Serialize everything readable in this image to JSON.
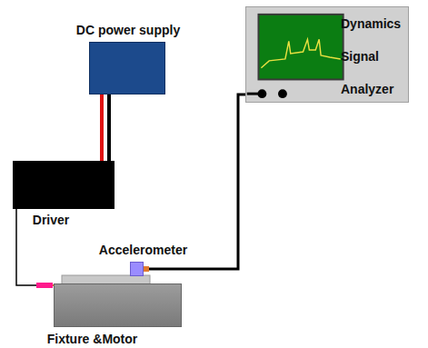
{
  "diagram": {
    "nodes": [
      {
        "text": [
          "DC power supply"
        ]
      },
      {
        "text": [
          "Driver"
        ]
      },
      {
        "text": [
          "Fixture &Motor"
        ]
      },
      {
        "text": [
          "Accelerometer"
        ]
      },
      {
        "text": [
          "Dynamics Signal Analyzer"
        ]
      }
    ],
    "edges": [
      {
        "from": 0,
        "to": 1,
        "arrow": "none"
      },
      {
        "from": 1,
        "to": 2,
        "arrow": "none"
      },
      {
        "from": 3,
        "to": 4,
        "arrow": "none"
      }
    ]
  }
}
